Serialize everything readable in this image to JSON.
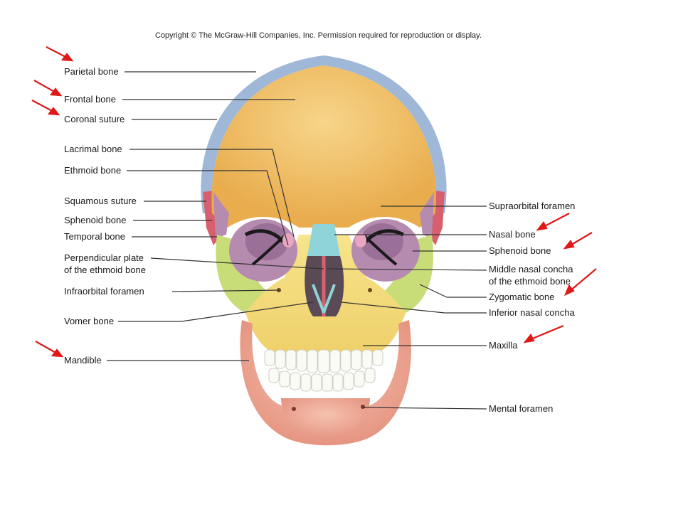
{
  "copyright": "Copyright © The McGraw-Hill Companies, Inc. Permission required for reproduction or display.",
  "labels": {
    "parietal_bone": "Parietal bone",
    "frontal_bone": "Frontal bone",
    "coronal_suture": "Coronal suture",
    "lacrimal_bone": "Lacrimal bone",
    "ethmoid_bone": "Ethmoid bone",
    "squamous_suture": "Squamous suture",
    "sphenoid_bone_left": "Sphenoid bone",
    "temporal_bone": "Temporal bone",
    "perpendicular_plate_line1": "Perpendicular plate",
    "perpendicular_plate_line2": "of the ethmoid bone",
    "infraorbital_foramen": "Infraorbital foramen",
    "vomer_bone": "Vomer bone",
    "mandible": "Mandible",
    "supraorbital_foramen": "Supraorbital foramen",
    "nasal_bone": "Nasal bone",
    "sphenoid_bone_right": "Sphenoid bone",
    "middle_nasal_concha_line1": "Middle nasal concha",
    "middle_nasal_concha_line2": "of the ethmoid bone",
    "zygomatic_bone": "Zygomatic bone",
    "inferior_nasal_concha": "Inferior nasal concha",
    "maxilla": "Maxilla",
    "mental_foramen": "Mental foramen"
  },
  "colors": {
    "frontal": "#f2c26a",
    "parietal": "#9fb8d8",
    "temporal": "#d8606e",
    "sphenoid": "#b58bb0",
    "zygomatic": "#c8dc78",
    "maxilla": "#f4dd7a",
    "nasal": "#8fd4d8",
    "mandible": "#efa692",
    "teeth": "#fbfbf6",
    "leader": "#333333",
    "arrow": "#e01818"
  }
}
